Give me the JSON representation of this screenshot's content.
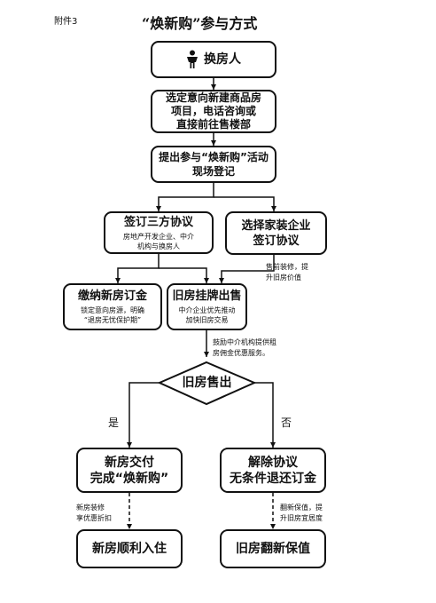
{
  "attachment": "附件3",
  "title": "“焕新购”参与方式",
  "nodes": {
    "owner": "换房人",
    "choose": "选定意向新建商品房\n项目，电话咨询或\n直接前往售楼部",
    "register": "提出参与“焕新购”活动\n现场登记",
    "tripartite": "签订三方协议",
    "tripartite_sub": "房地产开发企业、中介\n机构与换房人",
    "decoration": "选择家装企业\n签订协议",
    "deposit": "缴纳新房订金",
    "deposit_sub": "锁定意向房源，明确\n“退房无忧保护期”",
    "listing": "旧房挂牌出售",
    "listing_sub": "中介企业优先推动\n加快旧房交易",
    "sold": "旧房售出",
    "deliver": "新房交付\n完成“焕新购”",
    "cancel": "解除协议\n无条件退还订金",
    "move_in": "新房顺利入住",
    "renovate": "旧房翻新保值"
  },
  "notes": {
    "presale_decor": "售前装修，提\n升旧房价值",
    "commission": "鼓励中介机构提供租\n房佣金优惠服务。",
    "new_decor": "新房装修\n享优惠折扣",
    "renovation": "翻新保值，提\n升旧房宜居度"
  },
  "branches": {
    "yes": "是",
    "no": "否"
  },
  "colors": {
    "line": "#111111",
    "fill": "#ffffff"
  }
}
